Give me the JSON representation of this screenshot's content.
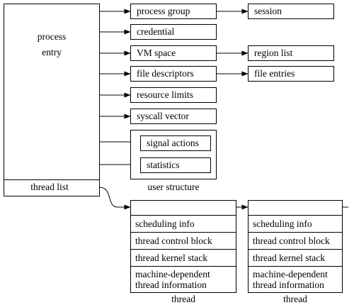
{
  "process": {
    "entry_line1": "process",
    "entry_line2": "entry",
    "thread_list": "thread list"
  },
  "links": {
    "process_group": "process group",
    "session": "session",
    "credential": "credential",
    "vm_space": "VM space",
    "region_list": "region list",
    "file_descriptors": "file descriptors",
    "file_entries": "file entries",
    "resource_limits": "resource limits",
    "syscall_vector": "syscall vector"
  },
  "user_structure": {
    "signal_actions": "signal actions",
    "statistics": "statistics",
    "caption": "user structure"
  },
  "threads": [
    {
      "scheduling_info": "scheduling info",
      "tcb": "thread control block",
      "kernel_stack": "thread kernel stack",
      "md_line1": "machine-dependent",
      "md_line2": "thread information",
      "caption": "thread"
    },
    {
      "scheduling_info": "scheduling info",
      "tcb": "thread control block",
      "kernel_stack": "thread kernel stack",
      "md_line1": "machine-dependent",
      "md_line2": "thread information",
      "caption": "thread"
    }
  ]
}
